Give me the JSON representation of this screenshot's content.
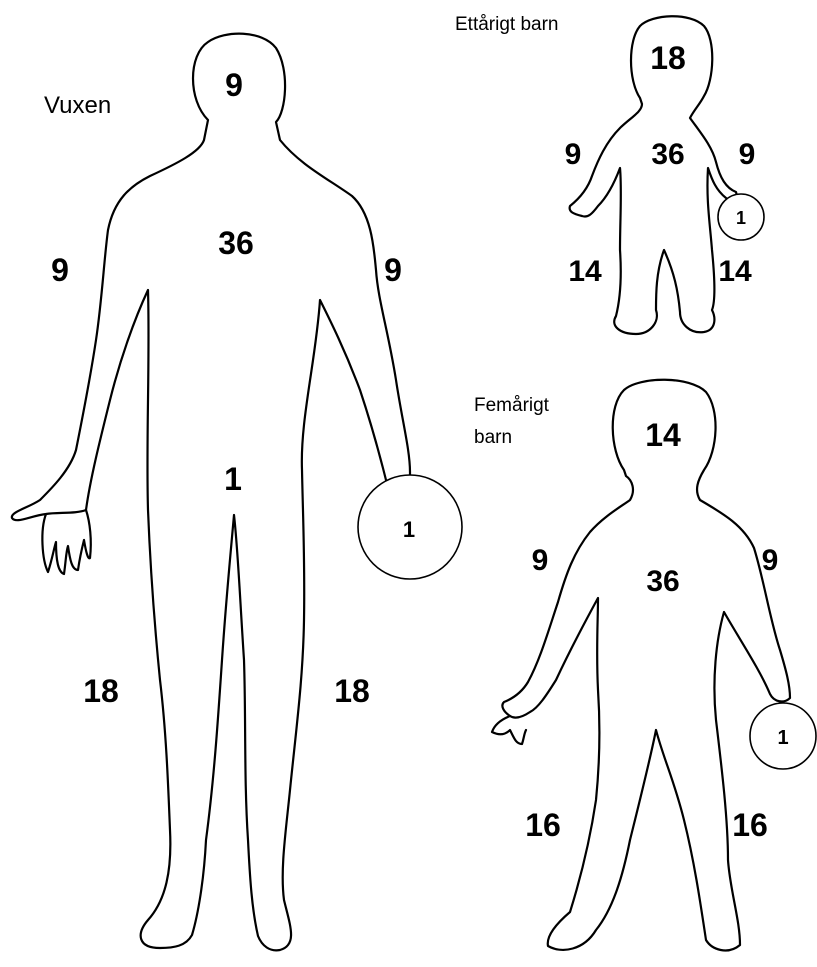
{
  "figures": {
    "adult": {
      "label": "Vuxen",
      "head": "9",
      "trunk": "36",
      "arm_left": "9",
      "arm_right": "9",
      "genitals": "1",
      "palm": "1",
      "leg_left": "18",
      "leg_right": "18"
    },
    "one_year_child": {
      "label": "Ettårigt barn",
      "head": "18",
      "trunk": "36",
      "arm_left": "9",
      "arm_right": "9",
      "palm": "1",
      "leg_left": "14",
      "leg_right": "14"
    },
    "five_year_child": {
      "label_line1": "Femårigt",
      "label_line2": "barn",
      "head": "14",
      "trunk": "36",
      "arm_left": "9",
      "arm_right": "9",
      "palm": "1",
      "leg_left": "16",
      "leg_right": "16"
    }
  }
}
